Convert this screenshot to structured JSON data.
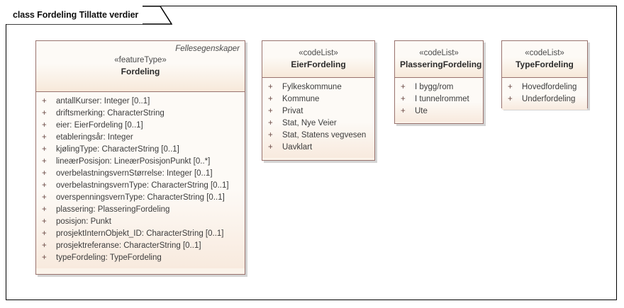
{
  "diagram": {
    "title": "class Fordeling Tillatte verdier",
    "colors": {
      "box_fill": "#fbf3ea",
      "box_border": "#99736e",
      "shadow": "#d4d4d4",
      "frame_border": "#000000",
      "text": "#3c3c3c",
      "visibility_marker": "#6b4a45"
    }
  },
  "classes": [
    {
      "id": "fordeling",
      "package": "Fellesegenskaper",
      "stereotype": "«featureType»",
      "name": "Fordeling",
      "attributes": [
        {
          "visibility": "+",
          "text": "antallKurser: Integer [0..1]"
        },
        {
          "visibility": "+",
          "text": "driftsmerking: CharacterString"
        },
        {
          "visibility": "+",
          "text": "eier: EierFordeling [0..1]"
        },
        {
          "visibility": "+",
          "text": "etableringsår: Integer"
        },
        {
          "visibility": "+",
          "text": "kjølingType: CharacterString [0..1]"
        },
        {
          "visibility": "+",
          "text": "lineærPosisjon: LineærPosisjonPunkt [0..*]"
        },
        {
          "visibility": "+",
          "text": "overbelastningsvernStørrelse: Integer [0..1]"
        },
        {
          "visibility": "+",
          "text": "overbelastningsvernType: CharacterString [0..1]"
        },
        {
          "visibility": "+",
          "text": "overspenningsvernType: CharacterString [0..1]"
        },
        {
          "visibility": "+",
          "text": "plassering: PlasseringFordeling"
        },
        {
          "visibility": "+",
          "text": "posisjon: Punkt"
        },
        {
          "visibility": "+",
          "text": "prosjektInternObjekt_ID: CharacterString [0..1]"
        },
        {
          "visibility": "+",
          "text": "prosjektreferanse: CharacterString [0..1]"
        },
        {
          "visibility": "+",
          "text": "typeFordeling: TypeFordeling"
        }
      ]
    },
    {
      "id": "eier",
      "package": "",
      "stereotype": "«codeList»",
      "name": "EierFordeling",
      "attributes": [
        {
          "visibility": "+",
          "text": "Fylkeskommune"
        },
        {
          "visibility": "+",
          "text": "Kommune"
        },
        {
          "visibility": "+",
          "text": "Privat"
        },
        {
          "visibility": "+",
          "text": "Stat, Nye Veier"
        },
        {
          "visibility": "+",
          "text": "Stat, Statens vegvesen"
        },
        {
          "visibility": "+",
          "text": "Uavklart"
        }
      ]
    },
    {
      "id": "plassering",
      "package": "",
      "stereotype": "«codeList»",
      "name": "PlasseringFordeling",
      "attributes": [
        {
          "visibility": "+",
          "text": "I bygg/rom"
        },
        {
          "visibility": "+",
          "text": "I tunnelrommet"
        },
        {
          "visibility": "+",
          "text": "Ute"
        }
      ]
    },
    {
      "id": "type",
      "package": "",
      "stereotype": "«codeList»",
      "name": "TypeFordeling",
      "attributes": [
        {
          "visibility": "+",
          "text": "Hovedfordeling"
        },
        {
          "visibility": "+",
          "text": "Underfordeling"
        }
      ]
    }
  ]
}
